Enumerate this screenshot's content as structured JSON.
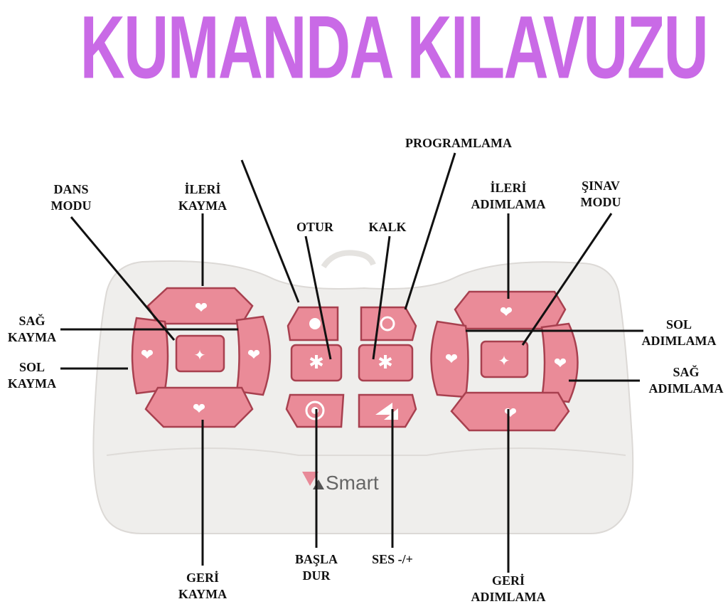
{
  "title": "KUMANDA KILAVUZU",
  "brand": "Smart",
  "labels": {
    "dans_modu": [
      "DANS",
      "MODU"
    ],
    "ileri_kayma": [
      "İLERİ",
      "KAYMA"
    ],
    "sag_kayma": [
      "SAĞ",
      "KAYMA"
    ],
    "sol_kayma": [
      "SOL",
      "KAYMA"
    ],
    "geri_kayma": [
      "GERİ",
      "KAYMA"
    ],
    "otur": "OTUR",
    "kalk": "KALK",
    "programlama": "PROGRAMLAMA",
    "basla_dur": [
      "BAŞLA",
      "DUR"
    ],
    "ses": "SES -/+",
    "ileri_adimlama": [
      "İLERİ",
      "ADIMLAMA"
    ],
    "sinav_modu": [
      "ŞINAV",
      "MODU"
    ],
    "sol_adimlama": [
      "SOL",
      "ADIMLAMA"
    ],
    "sag_adimlama": [
      "SAĞ",
      "ADIMLAMA"
    ],
    "geri_adimlama": [
      "GERİ",
      "ADIMLAMA"
    ]
  },
  "colors": {
    "title": "#c96ae6",
    "button": "#ea8b98",
    "body": "#efeeec"
  }
}
